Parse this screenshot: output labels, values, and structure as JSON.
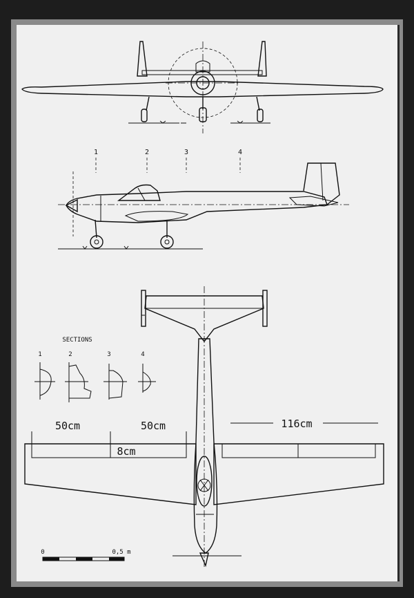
{
  "section_markers": [
    "1",
    "2",
    "3",
    "4"
  ],
  "sections": {
    "title": "SECTIONS",
    "numbers": [
      "1",
      "2",
      "3",
      "4"
    ]
  },
  "dimensions": {
    "span_left_1": "50cm",
    "span_left_2": "50cm",
    "chord": "8cm",
    "span_right": "116cm"
  },
  "scale_bar": {
    "start_label": "0",
    "end_label": "0,5 m"
  }
}
